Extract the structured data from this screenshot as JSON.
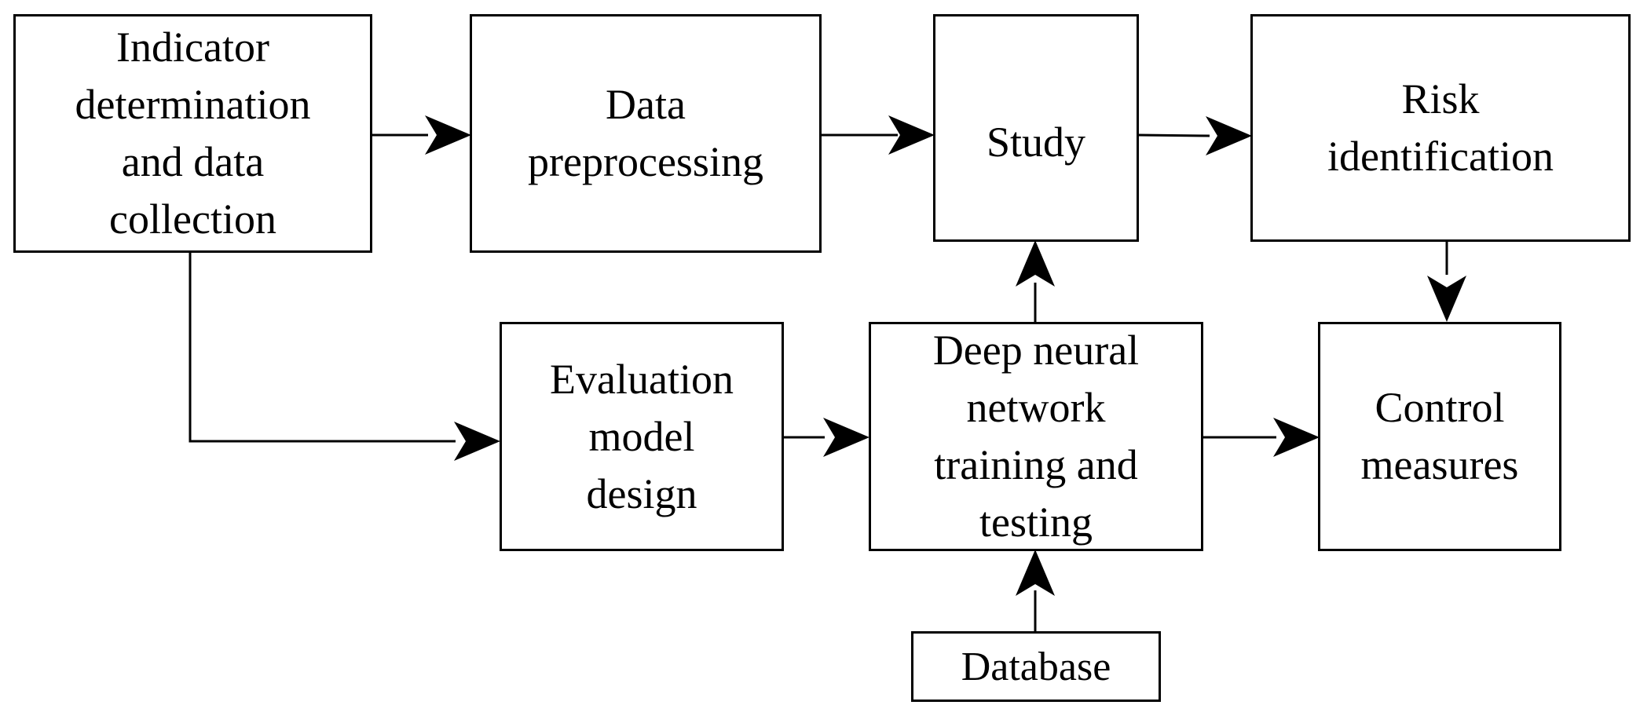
{
  "nodes": {
    "indicator": {
      "lines": [
        "Indicator",
        "determination",
        "and data",
        "collection"
      ]
    },
    "preprocessing": {
      "lines": [
        "Data",
        "preprocessing"
      ]
    },
    "study": {
      "lines": [
        "Study"
      ]
    },
    "risk": {
      "lines": [
        "Risk",
        "identification"
      ]
    },
    "evaluation": {
      "lines": [
        "Evaluation",
        "model",
        "design"
      ]
    },
    "dnn": {
      "lines": [
        "Deep neural",
        "network",
        "training and",
        "testing"
      ]
    },
    "control": {
      "lines": [
        "Control",
        "measures"
      ]
    },
    "database": {
      "lines": [
        "Database"
      ]
    }
  },
  "edges": [
    {
      "from": "indicator",
      "to": "preprocessing"
    },
    {
      "from": "preprocessing",
      "to": "study"
    },
    {
      "from": "study",
      "to": "risk"
    },
    {
      "from": "risk",
      "to": "control"
    },
    {
      "from": "indicator",
      "to": "evaluation"
    },
    {
      "from": "evaluation",
      "to": "dnn"
    },
    {
      "from": "dnn",
      "to": "study"
    },
    {
      "from": "dnn",
      "to": "control"
    },
    {
      "from": "database",
      "to": "dnn"
    }
  ]
}
